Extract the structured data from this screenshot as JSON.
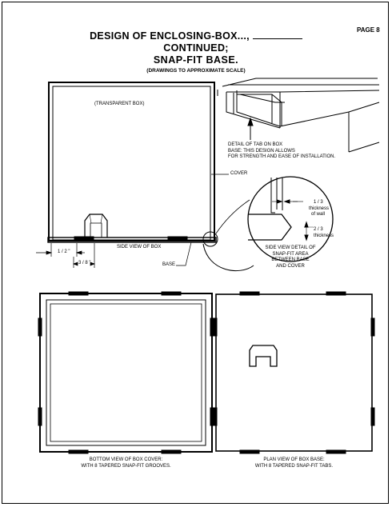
{
  "page": {
    "number": "PAGE 8",
    "title_line1": "DESIGN OF ENCLOSING-BOX...,",
    "title_line2": "CONTINUED;",
    "title_line3": "SNAP-FIT  BASE.",
    "subtitle": "(DRAWINGS TO APPROXIMATE SCALE)"
  },
  "side_view": {
    "box_label": "(TRANSPARENT BOX)",
    "cover_label": "COVER",
    "caption": "SIDE VIEW OF BOX",
    "base_label": "BASE",
    "dim_half": "1 / 2 \"",
    "dim_three_eighths": "3 / 8 \""
  },
  "tab_detail": {
    "caption_line1": "DETAIL OF TAB ON BOX",
    "caption_line2": "BASE: THIS DESIGN ALLOWS",
    "caption_line3": "FOR STRENGTH AND EASE OF INSTALLATION."
  },
  "snap_detail": {
    "third_line1": "1 / 3",
    "third_line2": "thickness",
    "third_line3": "of  wall",
    "two_thirds_line1": "2 / 3",
    "two_thirds_line2": "thickness",
    "caption_line1": "SIDE VIEW DETAIL OF",
    "caption_line2": "SNAP-FIT AREA",
    "caption_line3": "BETWEEN BASE",
    "caption_line4": "AND COVER"
  },
  "bottom_view": {
    "caption_line1": "BOTTOM VIEW OF BOX COVER:",
    "caption_line2": "WITH 8 TAPERED SNAP-FIT GROOVES."
  },
  "plan_view": {
    "caption_line1": "PLAN VIEW OF BOX BASE:",
    "caption_line2": "WITH 8 TAPERED SNAP-FIT TABS."
  }
}
